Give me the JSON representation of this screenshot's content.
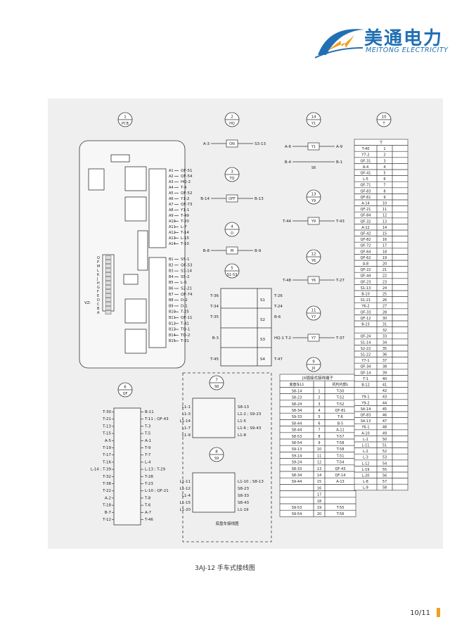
{
  "header": {
    "brand_cn": "美通电力",
    "brand_en": "MEITONG ELECTRICITY",
    "brand_color": "#2270b4",
    "logo_color": "#f0a020"
  },
  "caption": "3AJ-12 手车式接线图",
  "page_number": "10/11",
  "components": [
    {
      "num": "1",
      "code": "PCB"
    },
    {
      "num": "2",
      "code": "HQ"
    },
    {
      "num": "3",
      "code": "TQ"
    },
    {
      "num": "4",
      "code": "D"
    },
    {
      "num": "5",
      "code": "S1-S3"
    },
    {
      "num": "14",
      "code": "Y1"
    },
    {
      "num": "13",
      "code": "Y9"
    },
    {
      "num": "12",
      "code": "Y6"
    },
    {
      "num": "11",
      "code": "Y7"
    },
    {
      "num": "9",
      "code": "JX"
    },
    {
      "num": "10",
      "code": "T"
    },
    {
      "num": "6",
      "code": "QF"
    },
    {
      "num": "7",
      "code": "S8"
    },
    {
      "num": "8",
      "code": "S9"
    }
  ],
  "pcb": {
    "labels_a": [
      "QF-51",
      "QF-54",
      "HQ-2",
      "T-4",
      "QF-52",
      "Y1-2",
      "QF-73",
      "Y1-1",
      "T-49",
      "T-20",
      "L-7",
      "T-14",
      "L-15",
      "T-10"
    ],
    "labels_b": [
      "S5-1",
      "QF-53",
      "S3-14",
      "S5-2",
      "L-6",
      "S2-21",
      "QF-74",
      "D-2",
      "D-1",
      "T-25",
      "QF-11",
      "T-41",
      "TQ-1",
      "TQ-2",
      "T-31"
    ],
    "left_pins": [
      "Q",
      "P",
      "M",
      "L",
      "K",
      "J",
      "H",
      "G",
      "F",
      "E",
      "D",
      "C",
      "B",
      "A"
    ],
    "vz_label": "VZ-"
  },
  "coils": {
    "hq": {
      "left": "A-3",
      "right": "S3-13",
      "inner": "ON"
    },
    "tq": {
      "left": "B-14",
      "right": "B-13",
      "inner": "OFF"
    },
    "d": {
      "left": "B-8",
      "right": "B-9",
      "inner": "M"
    },
    "y1": {
      "l1": "A-6",
      "r1": "A-9",
      "l2": "B-4",
      "r2": "B-1",
      "mid": "Y1",
      "sw": "S6"
    },
    "y9": {
      "left": "T-44",
      "right": "T-43",
      "inner": "Y9"
    },
    "y6": {
      "left": "T-48",
      "right": "T-27",
      "inner": "Y6"
    },
    "y7": {
      "left": "T-2",
      "right": "T-37",
      "inner": "Y7"
    }
  },
  "s1s3": {
    "left": [
      "T-36",
      "T-34",
      "T-35",
      "",
      "B-3",
      "",
      "T-45"
    ],
    "right": [
      "T-26",
      "T-24",
      "B-6",
      "",
      "HQ-1",
      "",
      "T-47"
    ],
    "switches": [
      "S1",
      "S2",
      "S3",
      "S4"
    ]
  },
  "qf": {
    "left": [
      "T-30",
      "T-21",
      "T-13",
      "T-15",
      "A-5",
      "T-19",
      "T-17",
      "T-16",
      "L-14 ; T-39",
      "T-32",
      "T-38",
      "T-22",
      "A-2",
      "T-18",
      "B-7",
      "T-12"
    ],
    "right": [
      "B-11",
      "T-11 ; QF-43",
      "T-3",
      "T-5",
      "A-1",
      "T-9",
      "T-7",
      "L-4",
      "L-13 ; T-29",
      "T-28",
      "T-23",
      "L-10 ; QF-21",
      "T-8",
      "T-6",
      "A-7",
      "T-46"
    ]
  },
  "s8": {
    "left": [
      "L1-1",
      "L1-3",
      "L1-14",
      "L1-7",
      "L1-9"
    ],
    "right": [
      "S8-13",
      "L1-2 ; S9-23",
      "L1-5",
      "L1-6 ; S9-43",
      "L1-8"
    ]
  },
  "s9": {
    "left": [
      "L1-11",
      "L1-12",
      "L1-4",
      "L1-15",
      "L1-20"
    ],
    "right": [
      "L1-10 ; S8-13",
      "S8-23",
      "S8-33",
      "S8-43",
      "L1-19"
    ]
  },
  "chassis_label": "底盘车接线图",
  "jx": {
    "title": "JX插接式接线端子",
    "headers": [
      "底盘车L1",
      "",
      "机构内部L"
    ],
    "rows": [
      [
        "S8-14",
        "1",
        "T-50"
      ],
      [
        "S8-23",
        "2",
        "T-52"
      ],
      [
        "S8-24",
        "3",
        "T-52"
      ],
      [
        "S8-34",
        "4",
        "QF-81"
      ],
      [
        "S9-33",
        "5",
        "T-6"
      ],
      [
        "S8-44",
        "6",
        "B-5"
      ],
      [
        "S8-44",
        "7",
        "A-11"
      ],
      [
        "S8-53",
        "8",
        "T-57"
      ],
      [
        "S8-54",
        "9",
        "T-58"
      ],
      [
        "S9-13",
        "10",
        "T-58"
      ],
      [
        "S9-14",
        "11",
        "T-51"
      ],
      [
        "S9-24",
        "12",
        "T-54"
      ],
      [
        "S8-33",
        "13",
        "QF-43"
      ],
      [
        "S8-34",
        "14",
        "QF-14"
      ],
      [
        "S9-44",
        "15",
        "A-13"
      ],
      [
        "",
        "16",
        ""
      ],
      [
        "",
        "17",
        ""
      ],
      [
        "",
        "18",
        ""
      ],
      [
        "S9-53",
        "19",
        "T-55"
      ],
      [
        "S9-54",
        "20",
        "T-56"
      ]
    ]
  },
  "t_table": {
    "header": "T",
    "rows": [
      [
        "T-40",
        "1"
      ],
      [
        "Y7-2",
        "2"
      ],
      [
        "QF-31",
        "3"
      ],
      [
        "A-4",
        "4"
      ],
      [
        "QF-41",
        "5"
      ],
      [
        "L-5",
        "6"
      ],
      [
        "QF-71",
        "7"
      ],
      [
        "QF-83",
        "8"
      ],
      [
        "QF-61",
        "9"
      ],
      [
        "A-14",
        "10"
      ],
      [
        "QF-21",
        "11"
      ],
      [
        "QF-84",
        "12"
      ],
      [
        "QF-32",
        "13"
      ],
      [
        "A-12",
        "14"
      ],
      [
        "QF-42",
        "15"
      ],
      [
        "QF-82",
        "16"
      ],
      [
        "QF-72",
        "17"
      ],
      [
        "QF-64",
        "18"
      ],
      [
        "QF-62",
        "19"
      ],
      [
        "A-8",
        "20"
      ],
      [
        "QF-22",
        "21"
      ],
      [
        "QF-44",
        "22"
      ],
      [
        "QF-23",
        "23"
      ],
      [
        "S1-13",
        "24"
      ],
      [
        "B-10",
        "25"
      ],
      [
        "S1-21",
        "26"
      ],
      [
        "Y6-2",
        "27"
      ],
      [
        "QF-33",
        "28"
      ],
      [
        "QF-12",
        "30"
      ],
      [
        "B-15",
        "31"
      ],
      [
        "",
        "32"
      ],
      [
        "QF-24",
        "33"
      ],
      [
        "S1-14",
        "34"
      ],
      [
        "S2-22",
        "35"
      ],
      [
        "S1-22",
        "36"
      ],
      [
        "Y7-1",
        "37"
      ],
      [
        "QF-34",
        "38"
      ],
      [
        "QF-14",
        "39"
      ],
      [
        "T-1",
        "40"
      ],
      [
        "B-12",
        "41"
      ],
      [
        "",
        "42"
      ],
      [
        "Y9-1",
        "43"
      ],
      [
        "Y9-2",
        "44"
      ],
      [
        "S4-14",
        "45"
      ],
      [
        "QF-83",
        "46"
      ],
      [
        "S4-13",
        "47"
      ],
      [
        "Y6-1",
        "48"
      ],
      [
        "A-10",
        "49"
      ],
      [
        "L-1",
        "50"
      ],
      [
        "L-11",
        "51"
      ],
      [
        "L-2",
        "52"
      ],
      [
        "L-3",
        "53"
      ],
      [
        "L-12",
        "54"
      ],
      [
        "L-19",
        "55"
      ],
      [
        "L-20",
        "56"
      ],
      [
        "L-8",
        "57"
      ],
      [
        "L-9",
        "58"
      ]
    ]
  }
}
